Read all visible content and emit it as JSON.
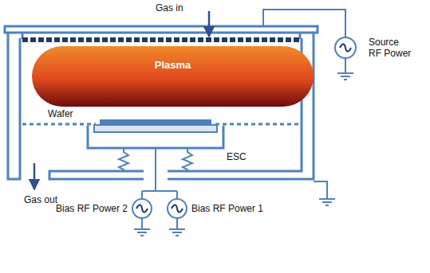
{
  "diagram": {
    "nodes": [
      {
        "text": [
          "Plasma"
        ]
      }
    ],
    "labels": [
      "Gas in",
      "Source RF Power",
      "Wafer",
      "ESC",
      "Gas out",
      "Bias RF Power 2",
      "Bias RF Power 1"
    ]
  }
}
